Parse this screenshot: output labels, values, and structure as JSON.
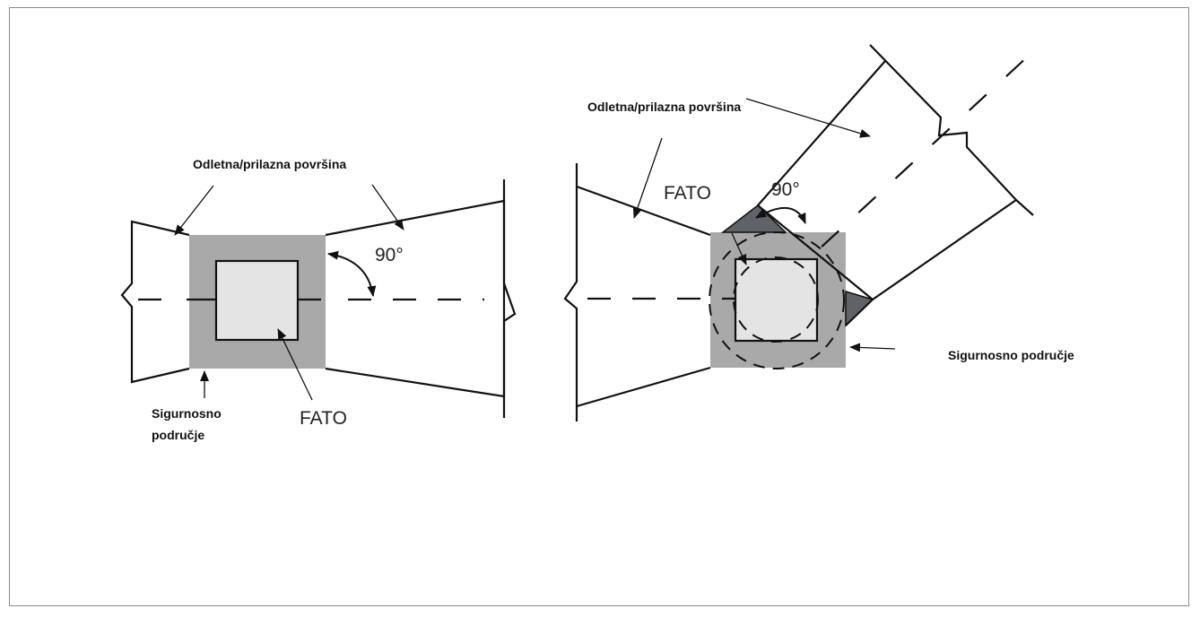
{
  "figure": {
    "left_panel": {
      "surface_label": "Odletna/prilazna površina",
      "angle_label": "90°",
      "fato_label": "FATO",
      "safety_label_line1": "Sigurnosno",
      "safety_label_line2": "područje"
    },
    "right_panel": {
      "surface_label": "Odletna/prilazna površina",
      "angle_label": "90°",
      "fato_label": "FATO",
      "safety_label": "Sigurnosno područje"
    },
    "colors": {
      "safety_area": "#a9a9a9",
      "fato_fill": "#e4e4e4",
      "dark_wedge": "#5f6368",
      "line": "#111111",
      "frame_border": "#8a8a8a"
    }
  }
}
